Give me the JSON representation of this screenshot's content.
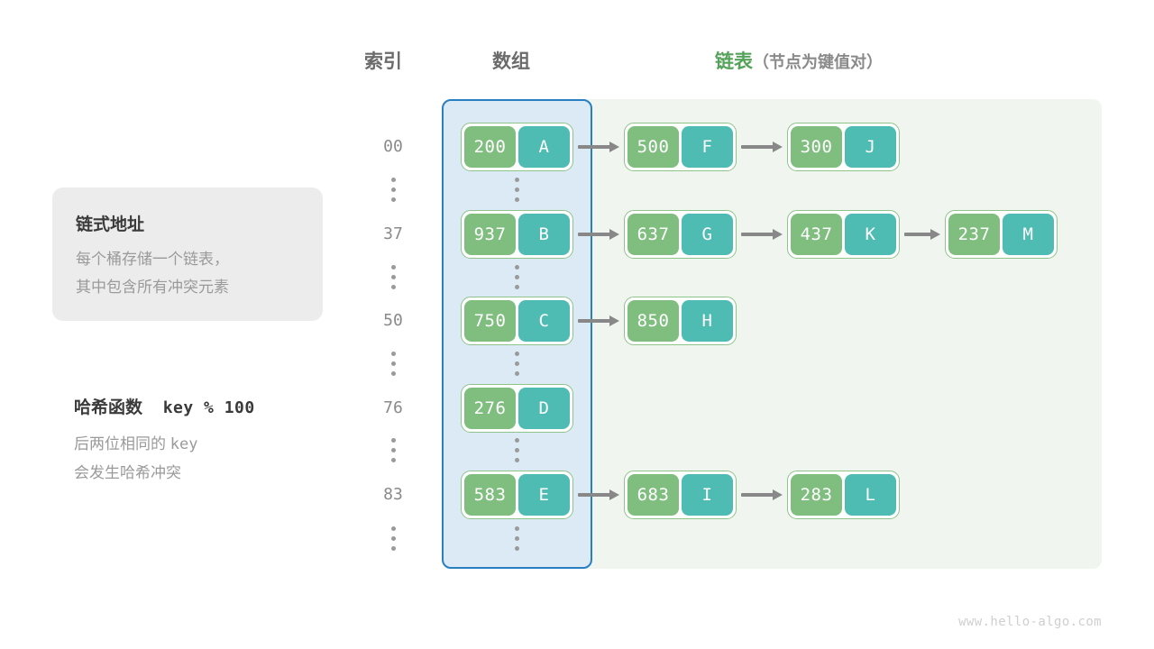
{
  "headers": {
    "index": "索引",
    "array": "数组",
    "linked_list_main": "链表",
    "linked_list_sub": "（节点为键值对）"
  },
  "info_card": {
    "title": "链式地址",
    "line1": "每个桶存储一个链表，",
    "line2": "其中包含所有冲突元素"
  },
  "hash_note": {
    "title_cn": "哈希函数",
    "title_expr": "key % 100",
    "line1_cn": "后两位相同的",
    "line1_mono": "key",
    "line2": "会发生哈希冲突"
  },
  "colors": {
    "array_region_bg": "#dceaf6",
    "array_region_border": "#2a7fc1",
    "linked_region_bg": "#f0f6ef",
    "node_key": "#80be80",
    "node_val": "#4fbcb3",
    "node_border": "#8ec48a",
    "arrow": "#888888",
    "header_text": "#6b6b6b",
    "header_accent": "#55a35a"
  },
  "buckets": [
    {
      "index": "00",
      "nodes": [
        {
          "key": "200",
          "value": "A"
        },
        {
          "key": "500",
          "value": "F"
        },
        {
          "key": "300",
          "value": "J"
        }
      ]
    },
    {
      "index": "37",
      "nodes": [
        {
          "key": "937",
          "value": "B"
        },
        {
          "key": "637",
          "value": "G"
        },
        {
          "key": "437",
          "value": "K"
        },
        {
          "key": "237",
          "value": "M"
        }
      ]
    },
    {
      "index": "50",
      "nodes": [
        {
          "key": "750",
          "value": "C"
        },
        {
          "key": "850",
          "value": "H"
        }
      ]
    },
    {
      "index": "76",
      "nodes": [
        {
          "key": "276",
          "value": "D"
        }
      ]
    },
    {
      "index": "83",
      "nodes": [
        {
          "key": "583",
          "value": "E"
        },
        {
          "key": "683",
          "value": "I"
        },
        {
          "key": "283",
          "value": "L"
        }
      ]
    }
  ],
  "watermark": "www.hello-algo.com"
}
